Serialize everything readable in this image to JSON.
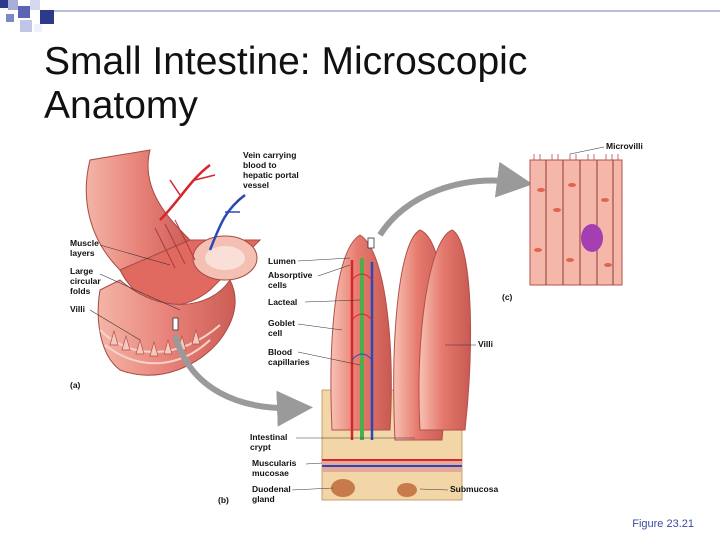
{
  "slide": {
    "title": "Small Intestine: Microscopic\nAnatomy",
    "caption": "Figure 23.21"
  },
  "diagram": {
    "panels": [
      "(a)",
      "(b)",
      "(c)"
    ],
    "labels": {
      "vein": "Vein carrying\nblood to\nhepatic portal\nvessel",
      "muscle_layers": "Muscle\nlayers",
      "large_circular_folds": "Large\ncircular\nfolds",
      "villi_a": "Villi",
      "lumen": "Lumen",
      "absorptive_cells": "Absorptive\ncells",
      "lacteal": "Lacteal",
      "goblet_cell": "Goblet\ncell",
      "blood_capillaries": "Blood\ncapillaries",
      "intestinal_crypt": "Intestinal\ncrypt",
      "muscularis_mucosae": "Muscularis\nmucosae",
      "duodenal_gland": "Duodenal\ngland",
      "submucosa": "Submucosa",
      "villi_b": "Villi",
      "microvilli": "Microvilli"
    }
  },
  "colors": {
    "accent": "#3b4aa0",
    "tissue": "#e8837a",
    "tissue_light": "#f6c9bf",
    "artery": "#d6262c",
    "vein": "#2a49b7",
    "lacteal": "#4cae4c",
    "arrow": "#9a9a9a"
  }
}
